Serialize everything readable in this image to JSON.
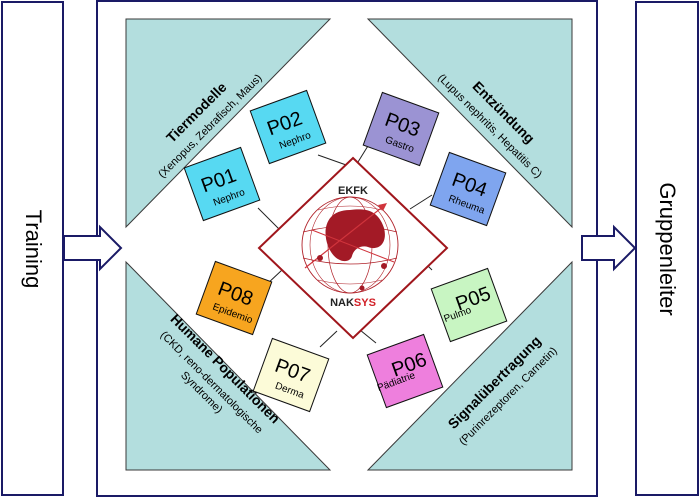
{
  "left_box": {
    "label": "Training"
  },
  "right_box": {
    "label": "Gruppenleiter"
  },
  "quadrants": {
    "top_left": {
      "title": "Tiermodelle",
      "subtitle": "(Xenopus, Zebrafisch, Maus)"
    },
    "top_right": {
      "title": "Entzündung",
      "subtitle": "(Lupus nephritis, Hepatitis C)"
    },
    "bottom_left": {
      "title": "Humane Populationen",
      "subtitle1": "(CKD, reno-dermatologische",
      "subtitle2": "Syndrome)"
    },
    "bottom_right": {
      "title": "Signalübertragung",
      "subtitle": "(Purinrezeptoren, Carnetin)"
    }
  },
  "center": {
    "top_label": "EKFK",
    "bottom_prefix": "NAK",
    "bottom_suffix": "SYS"
  },
  "projects": [
    {
      "code": "P01",
      "field": "Nephro",
      "color": "#57d9f2"
    },
    {
      "code": "P02",
      "field": "Nephro",
      "color": "#57d9f2"
    },
    {
      "code": "P03",
      "field": "Gastro",
      "color": "#9b93d3"
    },
    {
      "code": "P04",
      "field": "Rheuma",
      "color": "#7fa5ef"
    },
    {
      "code": "P05",
      "field": "Pulmo",
      "color": "#c8f5c2"
    },
    {
      "code": "P06",
      "field": "Pädiatrie",
      "color": "#ee7fdd"
    },
    {
      "code": "P07",
      "field": "Derma",
      "color": "#fcfbd8"
    },
    {
      "code": "P08",
      "field": "Epidemio",
      "color": "#f7a51f"
    }
  ],
  "colors": {
    "frame": "#1a1a66",
    "quadrant_fill": "#b3dede",
    "center_border": "#a0161c",
    "center_accent": "#d11f26"
  }
}
